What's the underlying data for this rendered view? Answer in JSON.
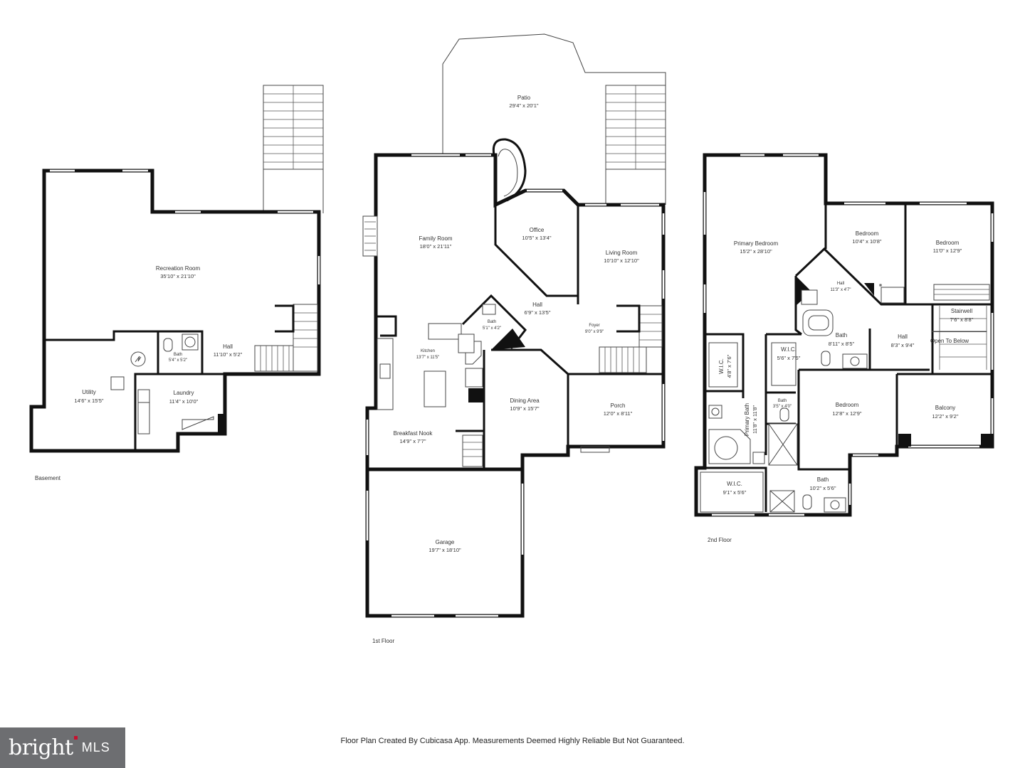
{
  "floors": {
    "basement": {
      "label": "Basement",
      "rooms": {
        "recreation": {
          "name": "Recreation Room",
          "dims": "35'10\" x 21'10\""
        },
        "utility": {
          "name": "Utility",
          "dims": "14'6\" x 15'5\""
        },
        "laundry": {
          "name": "Laundry",
          "dims": "11'4\" x 10'0\""
        },
        "bath": {
          "name": "Bath",
          "dims": "5'4\" x 5'2\""
        },
        "hall": {
          "name": "Hall",
          "dims": "11'10\" x 5'2\""
        }
      }
    },
    "first": {
      "label": "1st Floor",
      "rooms": {
        "patio": {
          "name": "Patio",
          "dims": "29'4\" x 20'1\""
        },
        "family": {
          "name": "Family Room",
          "dims": "18'0\" x 21'11\""
        },
        "office": {
          "name": "Office",
          "dims": "10'5\" x 13'4\""
        },
        "living": {
          "name": "Living Room",
          "dims": "10'10\" x 12'10\""
        },
        "hall": {
          "name": "Hall",
          "dims": "6'9\" x 13'5\""
        },
        "foyer": {
          "name": "Foyer",
          "dims": "9'0\" x 9'9\""
        },
        "bath": {
          "name": "Bath",
          "dims": "5'1\" x 4'2\""
        },
        "kitchen": {
          "name": "Kitchen",
          "dims": "13'7\" x 11'5\""
        },
        "dining": {
          "name": "Dining Area",
          "dims": "10'9\" x 15'7\""
        },
        "porch": {
          "name": "Porch",
          "dims": "12'0\" x 8'11\""
        },
        "nook": {
          "name": "Breakfast Nook",
          "dims": "14'9\" x 7'7\""
        },
        "garage": {
          "name": "Garage",
          "dims": "19'7\" x 18'10\""
        }
      }
    },
    "second": {
      "label": "2nd Floor",
      "rooms": {
        "primary": {
          "name": "Primary Bedroom",
          "dims": "15'2\" x 28'10\""
        },
        "bed1": {
          "name": "Bedroom",
          "dims": "10'4\" x 10'8\""
        },
        "bed2": {
          "name": "Bedroom",
          "dims": "11'0\" x 12'9\""
        },
        "hall1": {
          "name": "Hall",
          "dims": "11'3\" x 4'7\""
        },
        "stairwell": {
          "name": "Stairwell",
          "dims": "7'6\" x 8'8\""
        },
        "bath1": {
          "name": "Bath",
          "dims": "8'11\" x 8'5\""
        },
        "hall2": {
          "name": "Hall",
          "dims": "8'3\" x 9'4\""
        },
        "open": {
          "name": "Open To Below"
        },
        "wic1": {
          "name": "W.I.C.",
          "dims": "4'8\" x 7'6\""
        },
        "wic2": {
          "name": "W.I.C.",
          "dims": "5'6\" x 7'6\""
        },
        "pbath": {
          "name": "Primary Bath",
          "dims": "11'8\" x 11'8\""
        },
        "bath2": {
          "name": "Bath",
          "dims": "3'5\" x 4'0\""
        },
        "bed3": {
          "name": "Bedroom",
          "dims": "12'8\" x 12'9\""
        },
        "balcony": {
          "name": "Balcony",
          "dims": "12'2\" x 9'2\""
        },
        "wic3": {
          "name": "W.I.C.",
          "dims": "9'1\" x 5'6\""
        },
        "bath3": {
          "name": "Bath",
          "dims": "10'2\" x 5'6\""
        }
      }
    }
  },
  "footer": {
    "note": "Floor Plan Created By Cubicasa App. Measurements Deemed Highly Reliable But Not Guaranteed."
  },
  "brand": {
    "name": "bright",
    "suffix": "MLS",
    "accent": "#c8102e",
    "bg": "#6d6e71"
  }
}
